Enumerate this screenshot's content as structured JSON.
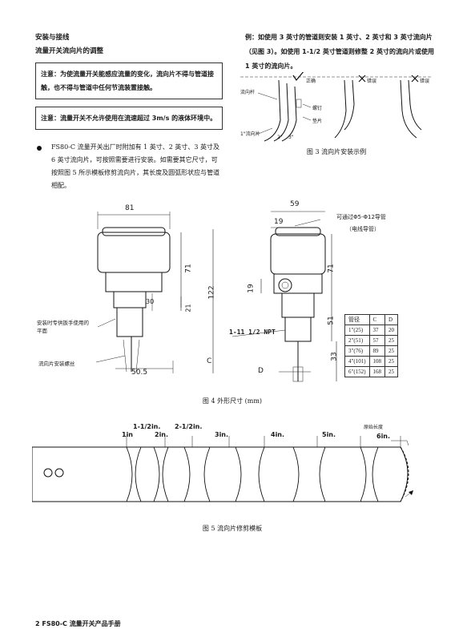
{
  "left": {
    "section_title": "安装与接线",
    "subsection_title": "流量开关流向片的调整",
    "note1": "注意：为使流量开关能感应流量的变化，流向片不得与管道接触，也不得与管道中任何节流装置接触。",
    "note2": "注意：流量开关不允许使用在流速超过 3m/s 的液体环境中。",
    "bullet": "FS80-C 流量开关出厂时附加有 1 英寸、2 英寸、3 英寸及 6 英寸流向片，可按照需要进行安装。如需要其它尺寸，可按照图 5 所示模板修剪流向片，其长度及圆弧形状应与管道相配。"
  },
  "right": {
    "example_text": "例：如使用 3 英寸的管道则安装 1 英寸、2 英寸和 3 英寸流向片（见图 3）。如使用 1-1/2 英寸管道则修整 2 英寸的流向片或使用 1 英寸的流向片。"
  },
  "fig3": {
    "label_rod": "流向杆",
    "label_correct": "正确",
    "label_wrong1": "错误",
    "label_wrong2": "错误",
    "label_screw": "螺钉",
    "label_washer": "垫片",
    "label_vane1": "1\"流向片",
    "label_2": "2\"",
    "label_3": "3\"",
    "caption": "图 3  流向片安装示例"
  },
  "fig4": {
    "dim_81": "81",
    "dim_71": "71",
    "dim_122": "122",
    "dim_30": "30",
    "dim_21": "21",
    "dim_c": "C",
    "dim_505": "50.5",
    "label_wrench": "安装时专供扳手使用的平面",
    "label_screw": "流向片安装螺丝",
    "dim_59": "59",
    "dim_19a": "19",
    "dim_19b": "19",
    "dim_71b": "71",
    "dim_51": "51",
    "dim_33": "33",
    "dim_d": "D",
    "label_conduit": "可通过Φ5-Φ12导管",
    "label_cable": "（电线导管）",
    "label_npt": "1-11 1/2 NPT",
    "table_headers": [
      "管径",
      "C",
      "D"
    ],
    "table_rows": [
      [
        "1\"(25)",
        "37",
        "20"
      ],
      [
        "2\"(51)",
        "57",
        "25"
      ],
      [
        "3\"(76)",
        "89",
        "25"
      ],
      [
        "4\"(101)",
        "108",
        "25"
      ],
      [
        "6\"(152)",
        "168",
        "25"
      ]
    ],
    "caption": "图 4  外形尺寸 (mm)"
  },
  "fig5": {
    "labels": [
      "1in",
      "1-1/2in.",
      "2in.",
      "2-1/2in.",
      "3in.",
      "4in.",
      "5in.",
      "6in."
    ],
    "label_original": "原始长度",
    "caption": "图 5  流向片修剪模板"
  },
  "footer": "2 FS80-C 流量开关产品手册"
}
